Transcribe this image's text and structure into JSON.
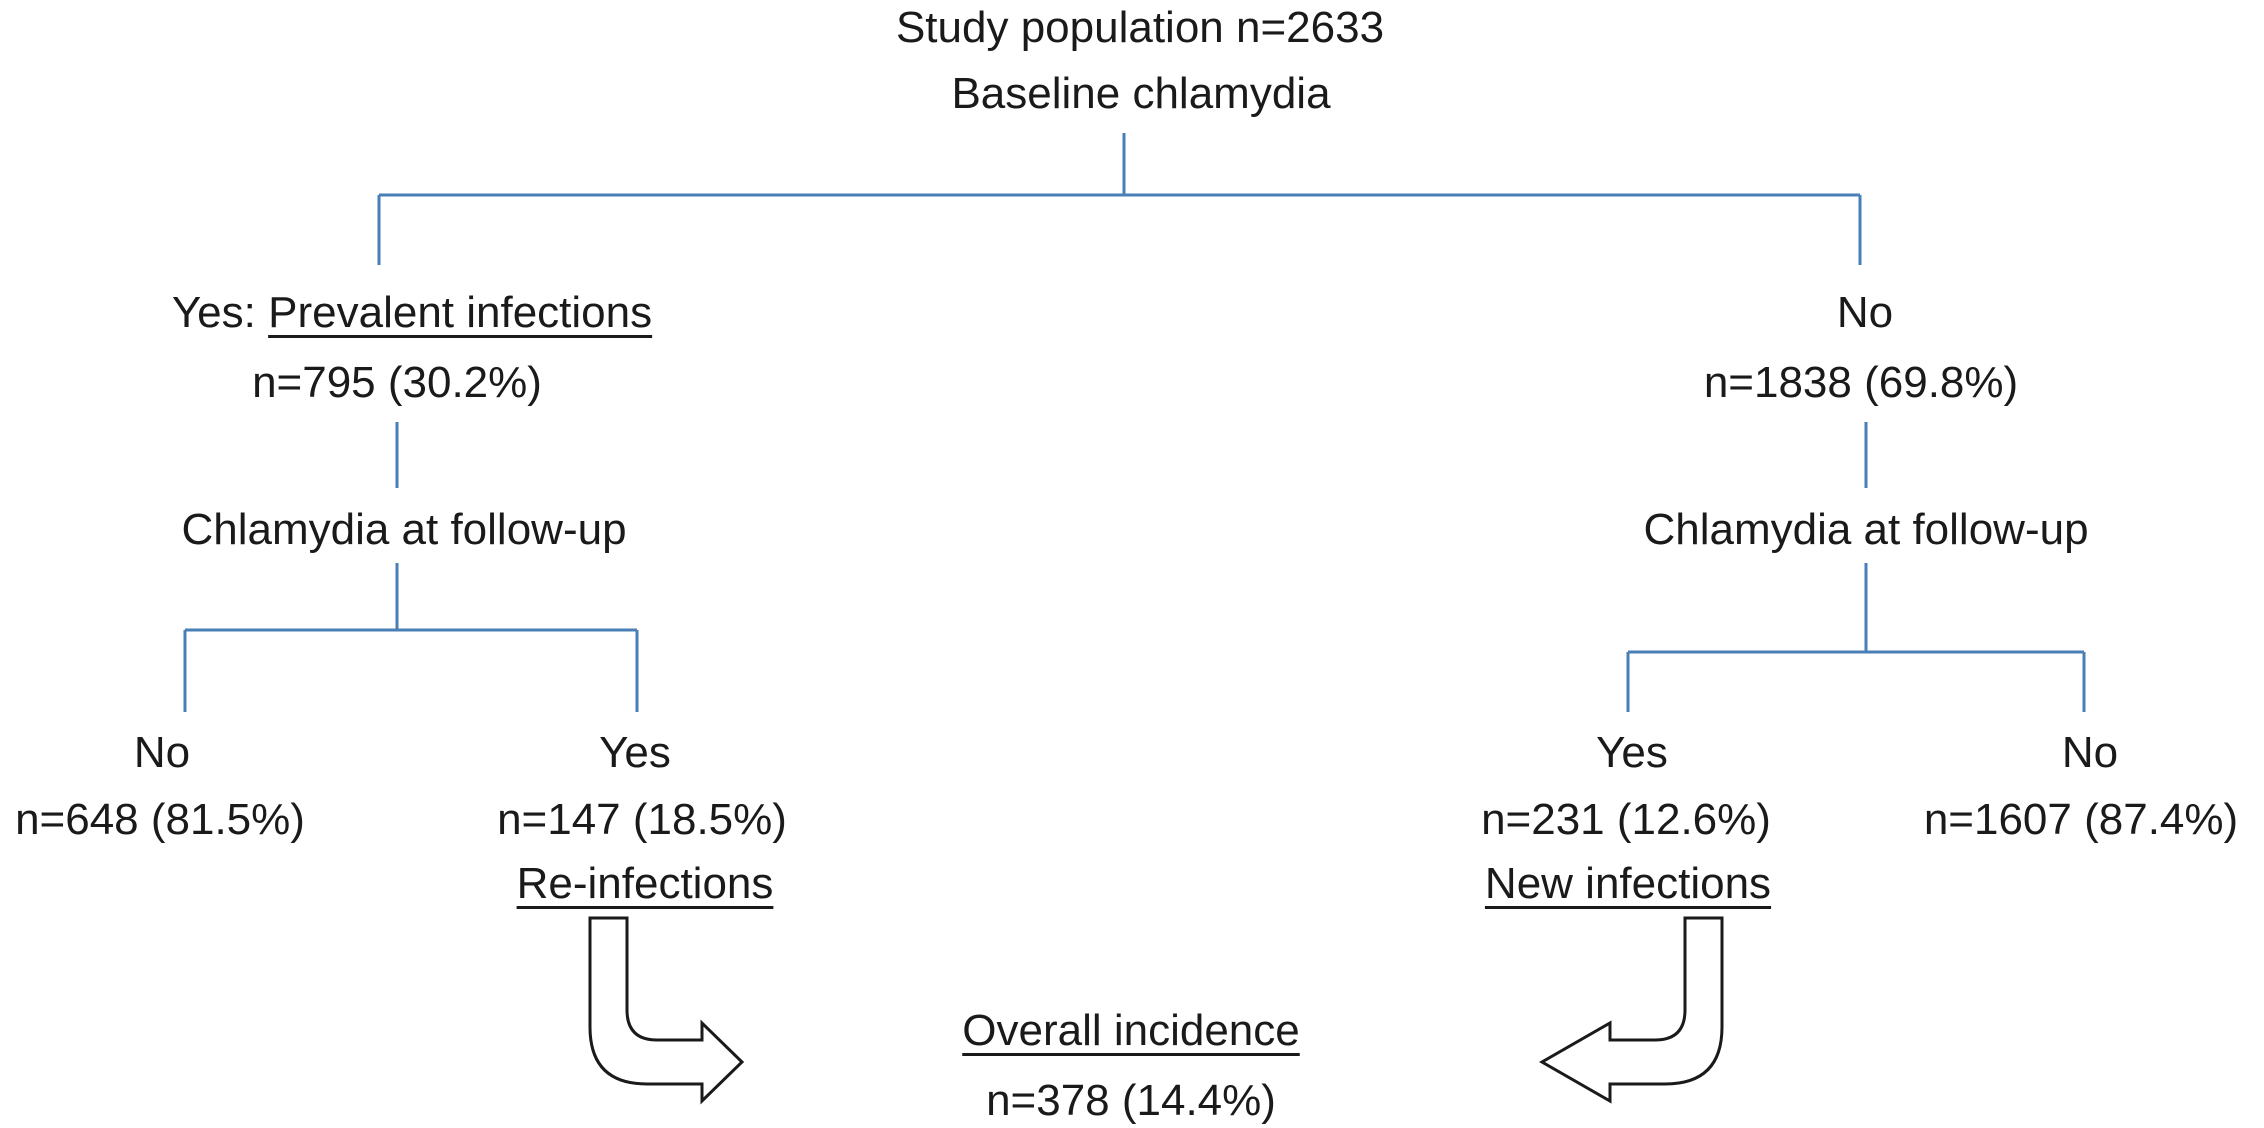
{
  "root": {
    "title": "Study population n=2633",
    "subtitle": "Baseline chlamydia"
  },
  "left_branch": {
    "prefix": "Yes:",
    "label": "Prevalent infections",
    "count": "n=795 (30.2%)",
    "followup": "Chlamydia at follow-up",
    "no": {
      "label": "No",
      "count": "n=648 (81.5%)"
    },
    "yes": {
      "label": "Yes",
      "count": "n=147 (18.5%)",
      "tag": "Re-infections"
    }
  },
  "right_branch": {
    "label": "No",
    "count": "n=1838 (69.8%)",
    "followup": "Chlamydia at follow-up",
    "yes": {
      "label": "Yes",
      "count": "n=231 (12.6%)",
      "tag": "New infections"
    },
    "no": {
      "label": "No",
      "count": "n=1607 (87.4%)"
    }
  },
  "overall": {
    "label": "Overall incidence",
    "count": "n=378 (14.4%)"
  },
  "colors": {
    "connector": "#4a7fb5",
    "arrow_outline": "#1a1a1a",
    "text": "#1a1a1a"
  }
}
